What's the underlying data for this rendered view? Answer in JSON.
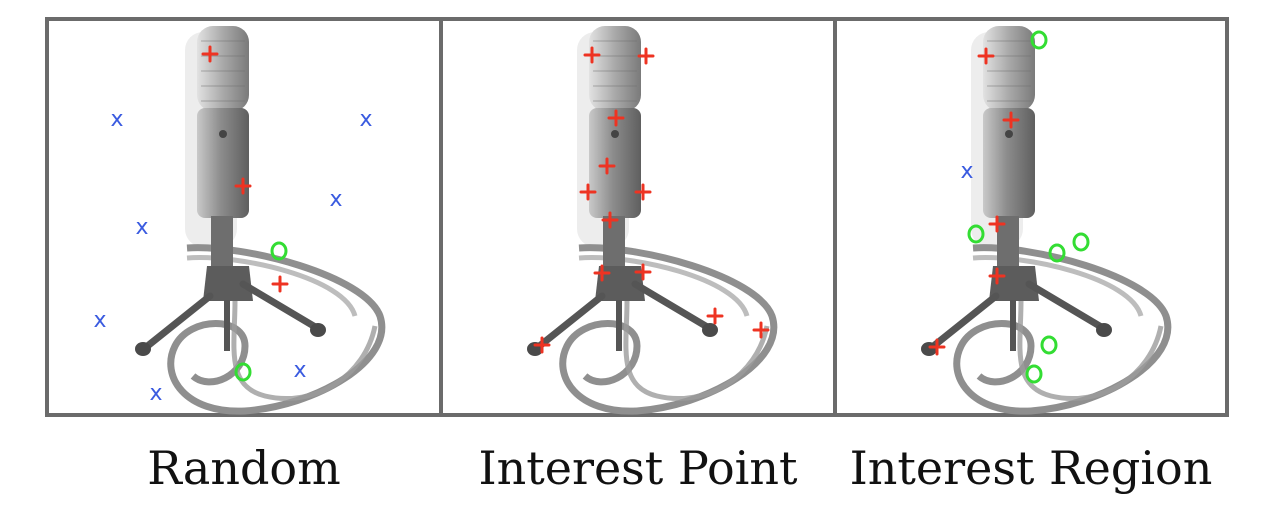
{
  "panels": [
    {
      "caption": "Random"
    },
    {
      "caption": "Interest Point"
    },
    {
      "caption": "Interest Region"
    }
  ],
  "marker_glyph_x": "x",
  "colors": {
    "frame": "#6b6b6b",
    "x_marker": "#3a5be0",
    "plus_marker": "#ee3322",
    "o_marker": "#33dd33",
    "mic_metal": "#8a8a8a"
  },
  "icons": {
    "subject": "microphone-on-tripod-icon"
  }
}
